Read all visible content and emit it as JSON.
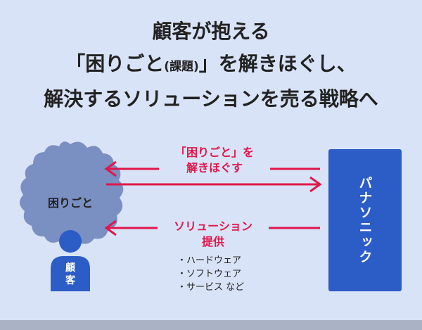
{
  "title": {
    "line1": "顧客が抱える",
    "line2_pre": "「困りごと",
    "line2_small": "(課題)",
    "line2_post": "」を解きほぐし、",
    "line3": "解決するソリューションを売る戦略へ"
  },
  "problem": {
    "label": "困りごと"
  },
  "customer": {
    "label": "顧客"
  },
  "panasonic": {
    "label": "パナソニック"
  },
  "arrows": {
    "top_label_line1": "「困りごと」を",
    "top_label_line2": "解きほぐす",
    "solution_label_line1": "ソリューション",
    "solution_label_line2": "提供"
  },
  "solutions": [
    "・ハードウェア",
    "・ソフトウェア",
    "・サービス など"
  ],
  "colors": {
    "background": "#d9e3f7",
    "accent_red": "#e0174a",
    "blue": "#2c5cc5",
    "cloud": "#7a8fc2"
  }
}
